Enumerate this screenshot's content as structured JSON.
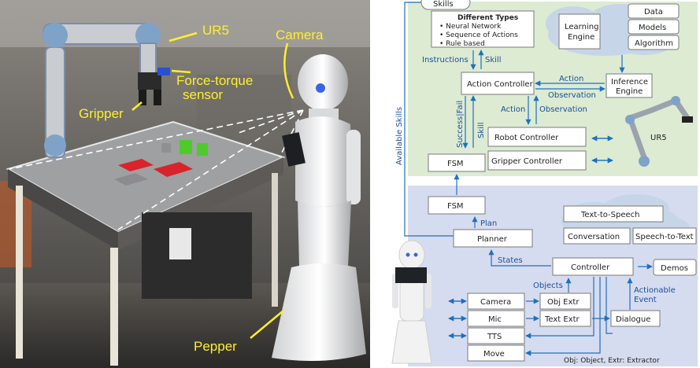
{
  "photo": {
    "labels": {
      "ur5": "UR5",
      "camera": "Camera",
      "force_torque": "Force-torque",
      "sensor": "sensor",
      "gripper": "Gripper",
      "pepper": "Pepper"
    }
  },
  "diagram": {
    "top": {
      "skills": "Skills",
      "types_title": "Different Types",
      "types_items": [
        "Neural Network",
        "Sequence of Actions",
        "Rule based"
      ],
      "learning_engine_1": "Learning",
      "learning_engine_2": "Engine",
      "data": "Data",
      "models": "Models",
      "algorithm": "Algorithm",
      "instructions": "Instructions",
      "skill": "Skill",
      "action_controller": "Action Controller",
      "action": "Action",
      "observation": "Observation",
      "inference_1": "Inference",
      "inference_2": "Engine",
      "action2": "Action",
      "observation2": "Observation",
      "success_fail": "Success|Fail",
      "skill2": "Skill",
      "robot_controller": "Robot Controller",
      "gripper_controller": "Gripper Controller",
      "fsm": "FSM",
      "ur5": "UR5",
      "available_skills": "Available Skills"
    },
    "bottom": {
      "fsm": "FSM",
      "plan": "Plan",
      "planner": "Planner",
      "text_to_speech": "Text-to-Speech",
      "conversation": "Conversation",
      "speech_to_text": "Speech-to-Text",
      "states": "States",
      "controller": "Controller",
      "demos": "Demos",
      "objects": "Objects",
      "actionable": "Actionable",
      "event": "Event",
      "pepper_screen": "pepper",
      "camera": "Camera",
      "obj_extr": "Obj Extr",
      "mic": "Mic",
      "text_extr": "Text Extr",
      "dialogue": "Dialogue",
      "tts": "TTS",
      "move": "Move",
      "legend": "Obj: Object,   Extr: Extractor"
    },
    "colors": {
      "top_bg": "#dcebd2",
      "bottom_bg": "#d6dcef",
      "cloud": "#c7d5e8",
      "arrow": "#1f6fbf"
    }
  }
}
